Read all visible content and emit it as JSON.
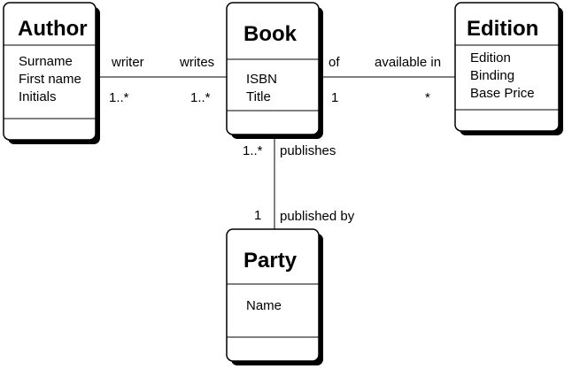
{
  "classes": {
    "author": {
      "name": "Author",
      "attributes": [
        "Surname",
        "First name",
        "Initials"
      ]
    },
    "book": {
      "name": "Book",
      "attributes": [
        "ISBN",
        "Title"
      ]
    },
    "edition": {
      "name": "Edition",
      "attributes": [
        "Edition",
        "Binding",
        "Base Price"
      ]
    },
    "party": {
      "name": "Party",
      "attributes": [
        "Name"
      ]
    }
  },
  "associations": {
    "author_book": {
      "author_role": "writer",
      "author_mult": "1..*",
      "book_role": "writes",
      "book_mult": "1..*"
    },
    "book_edition": {
      "book_role": "of",
      "book_mult": "1",
      "edition_role": "available in",
      "edition_mult": "*"
    },
    "book_party": {
      "book_role": "publishes",
      "book_mult": "1..*",
      "party_role": "published by",
      "party_mult": "1"
    }
  }
}
